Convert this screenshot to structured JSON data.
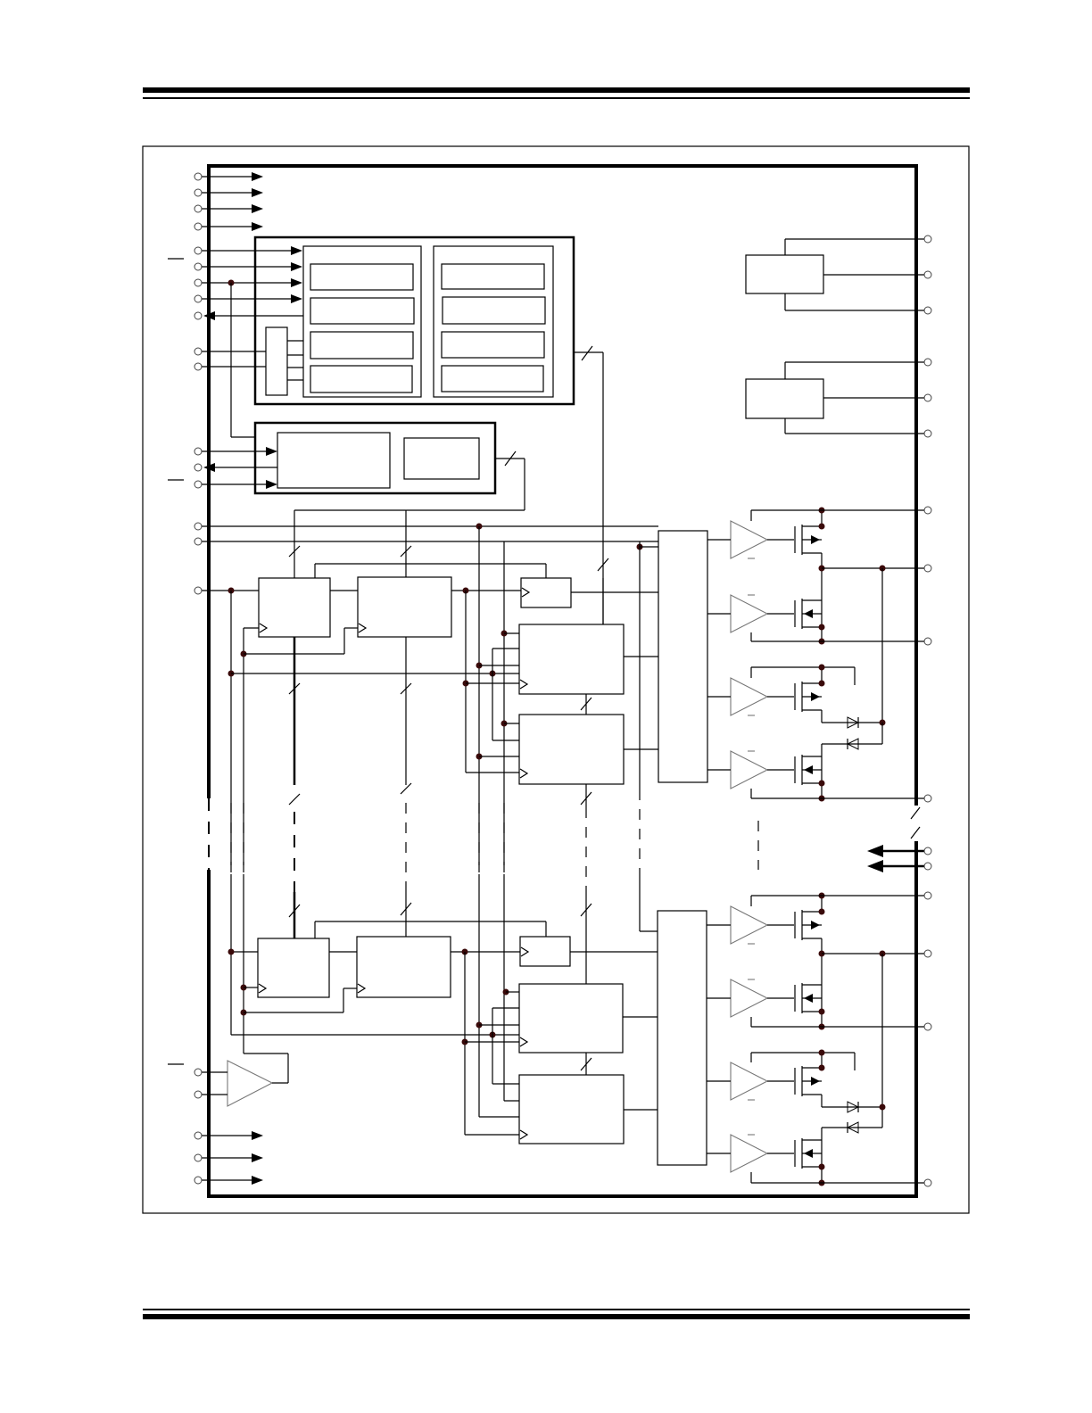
{
  "diagram": {
    "kind": "functional-block-diagram",
    "labels_visible": false,
    "colors": {
      "line": "#000000",
      "junction": "#3a0a0a",
      "pin": "#444444",
      "buffer_outline": "#777777"
    },
    "left_input_pins": 7,
    "left_output_pins": 6,
    "right_pins": 14,
    "output_driver_stages": 8,
    "register_sections": 2
  }
}
